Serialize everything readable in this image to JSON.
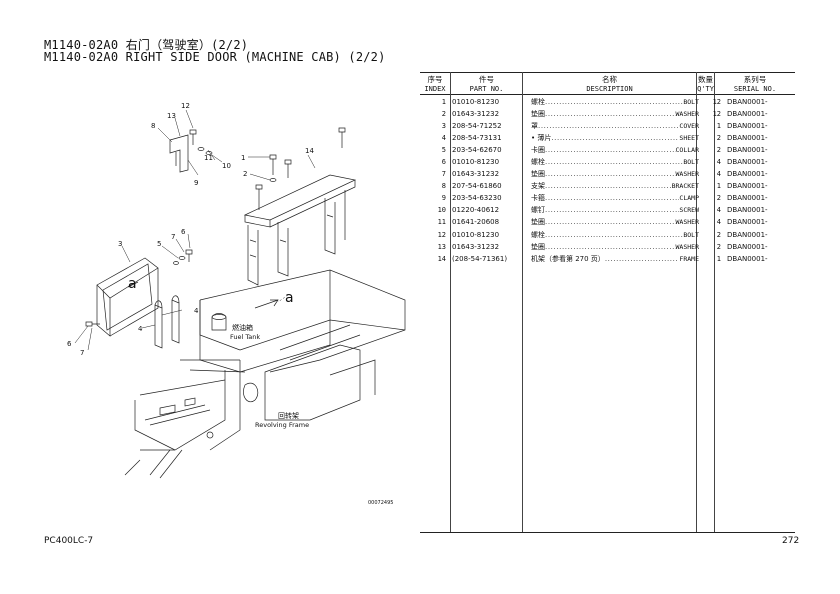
{
  "header": {
    "title_zh": "M1140-02A0 右门（驾驶室）(2/2)",
    "title_en": "M1140-02A0 RIGHT SIDE DOOR (MACHINE CAB) (2/2)"
  },
  "table": {
    "columns": [
      {
        "zh": "序号",
        "en": "INDEX"
      },
      {
        "zh": "件号",
        "en": "PART NO."
      },
      {
        "zh": "名称",
        "en": "DESCRIPTION"
      },
      {
        "zh": "数量",
        "en": "Q'TY"
      },
      {
        "zh": "系列号",
        "en": "SERIAL NO."
      }
    ],
    "rows": [
      {
        "index": "1",
        "part_no": "01010-81230",
        "desc_zh": "螺栓",
        "desc_en": "BOLT",
        "qty": "12",
        "serial": "DBAN0001-"
      },
      {
        "index": "2",
        "part_no": "01643-31232",
        "desc_zh": "垫圈",
        "desc_en": "WASHER",
        "qty": "12",
        "serial": "DBAN0001-"
      },
      {
        "index": "3",
        "part_no": "208-54-71252",
        "desc_zh": "罩",
        "desc_en": "COVER",
        "qty": "1",
        "serial": "DBAN0001-"
      },
      {
        "index": "4",
        "part_no": "208-54-73131",
        "desc_zh": "• 薄片",
        "desc_en": "SHEET",
        "qty": "2",
        "serial": "DBAN0001-"
      },
      {
        "index": "5",
        "part_no": "203-54-62670",
        "desc_zh": "卡圈",
        "desc_en": "COLLAR",
        "qty": "2",
        "serial": "DBAN0001-"
      },
      {
        "index": "6",
        "part_no": "01010-81230",
        "desc_zh": "螺栓",
        "desc_en": "BOLT",
        "qty": "4",
        "serial": "DBAN0001-"
      },
      {
        "index": "7",
        "part_no": "01643-31232",
        "desc_zh": "垫圈",
        "desc_en": "WASHER",
        "qty": "4",
        "serial": "DBAN0001-"
      },
      {
        "index": "8",
        "part_no": "207-54-61860",
        "desc_zh": "支架",
        "desc_en": "BRACKET",
        "qty": "1",
        "serial": "DBAN0001-"
      },
      {
        "index": "9",
        "part_no": "203-54-63230",
        "desc_zh": "卡箍",
        "desc_en": "CLAMP",
        "qty": "2",
        "serial": "DBAN0001-"
      },
      {
        "index": "10",
        "part_no": "01220-40612",
        "desc_zh": "螺钉",
        "desc_en": "SCREW",
        "qty": "4",
        "serial": "DBAN0001-"
      },
      {
        "index": "11",
        "part_no": "01641-20608",
        "desc_zh": "垫圈",
        "desc_en": "WASHER",
        "qty": "4",
        "serial": "DBAN0001-"
      },
      {
        "index": "12",
        "part_no": "01010-81230",
        "desc_zh": "螺栓",
        "desc_en": "BOLT",
        "qty": "2",
        "serial": "DBAN0001-"
      },
      {
        "index": "13",
        "part_no": "01643-31232",
        "desc_zh": "垫圈",
        "desc_en": "WASHER",
        "qty": "2",
        "serial": "DBAN0001-"
      },
      {
        "index": "14",
        "part_no": "(208-54-71361)",
        "desc_zh": "机架（参看第 270 页）",
        "desc_en": "FRAME",
        "qty": "1",
        "serial": "DBAN0001-"
      }
    ]
  },
  "diagram": {
    "callouts": [
      "12",
      "13",
      "8",
      "11",
      "10",
      "9",
      "1",
      "2",
      "14",
      "3",
      "5",
      "7",
      "6",
      "4",
      "4",
      "6",
      "7"
    ],
    "ref_a_left": "a",
    "ref_a_right": "a",
    "fuel_tank_zh": "燃油箱",
    "fuel_tank_en": "Fuel Tank",
    "revolving_frame_zh": "回转架",
    "revolving_frame_en": "Revolving Frame",
    "drawing_no": "00072495"
  },
  "footer": {
    "model": "PC400LC-7",
    "page": "272"
  }
}
